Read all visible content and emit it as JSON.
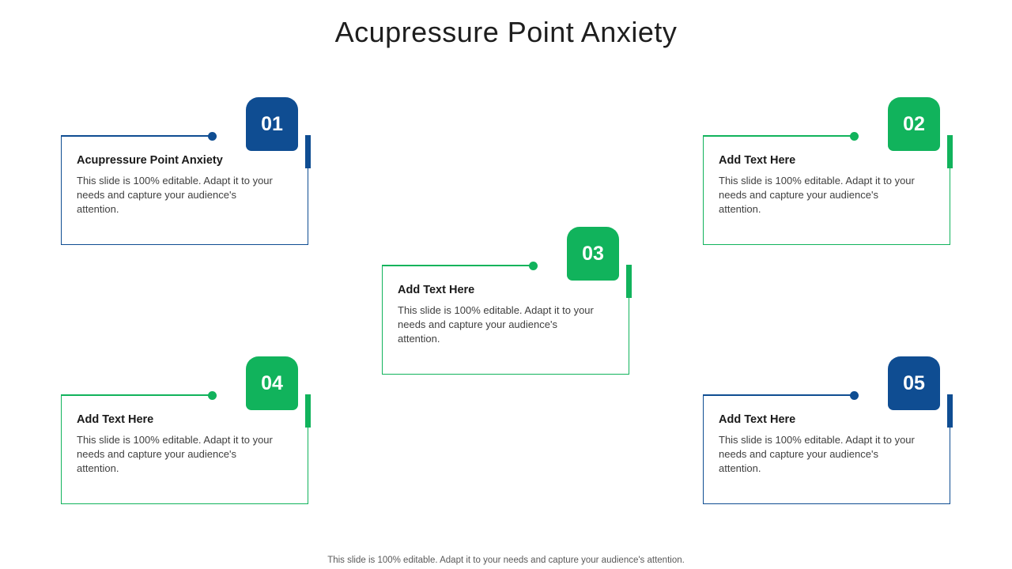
{
  "slide": {
    "title": "Acupressure Point Anxiety"
  },
  "colors": {
    "blue": "#0F4D92",
    "green": "#11B35C",
    "badge_text": "#FFFFFF",
    "title_text": "#1E1E1E",
    "body_text": "#3F3F3F",
    "footer_text": "#595959"
  },
  "cards": [
    {
      "number": "01",
      "title": "Acupressure Point Anxiety",
      "body": "This slide is 100% editable. Adapt it to your needs and capture your audience's attention.",
      "theme": "blue"
    },
    {
      "number": "02",
      "title": "Add Text Here",
      "body": "This slide is 100% editable. Adapt it to your needs and capture your audience's attention.",
      "theme": "green"
    },
    {
      "number": "03",
      "title": "Add Text Here",
      "body": "This slide is 100% editable. Adapt it to your needs and capture your audience's attention.",
      "theme": "green"
    },
    {
      "number": "04",
      "title": "Add Text Here",
      "body": "This slide is 100% editable. Adapt it to your needs and capture your audience's attention.",
      "theme": "green"
    },
    {
      "number": "05",
      "title": "Add Text Here",
      "body": "This slide is 100% editable. Adapt it to your needs and capture your audience's attention.",
      "theme": "blue"
    }
  ],
  "footer": {
    "note": "This slide is 100% editable. Adapt it to your needs and capture your audience's attention."
  }
}
